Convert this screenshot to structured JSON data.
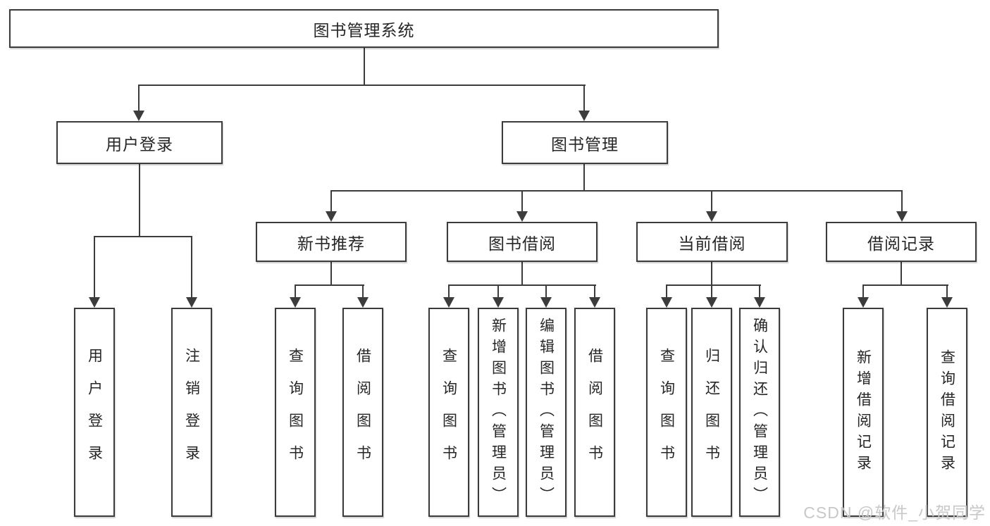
{
  "diagram": {
    "root": {
      "label": "图书管理系统"
    },
    "branches": [
      {
        "label": "用户登录",
        "children": [
          {
            "label": "用户登录"
          },
          {
            "label": "注销登录"
          }
        ]
      },
      {
        "label": "图书管理",
        "children": [
          {
            "label": "新书推荐",
            "children": [
              {
                "label": "查询图书"
              },
              {
                "label": "借阅图书"
              }
            ]
          },
          {
            "label": "图书借阅",
            "children": [
              {
                "label": "查询图书"
              },
              {
                "label": "新增图书（管理员）"
              },
              {
                "label": "编辑图书（管理员）"
              },
              {
                "label": "借阅图书"
              }
            ]
          },
          {
            "label": "当前借阅",
            "children": [
              {
                "label": "查询图书"
              },
              {
                "label": "归还图书"
              },
              {
                "label": "确认归还（管理员）"
              }
            ]
          },
          {
            "label": "借阅记录",
            "children": [
              {
                "label": "新增借阅记录"
              },
              {
                "label": "查询借阅记录"
              }
            ]
          }
        ]
      }
    ]
  },
  "watermark": {
    "text": "CSDN @软件_小贺同学"
  },
  "colors": {
    "line": "#3c3c3c",
    "box_border": "#3c3c3c",
    "box_background": "#ffffff",
    "text": "#262626",
    "watermark": "#c8c8c8"
  }
}
